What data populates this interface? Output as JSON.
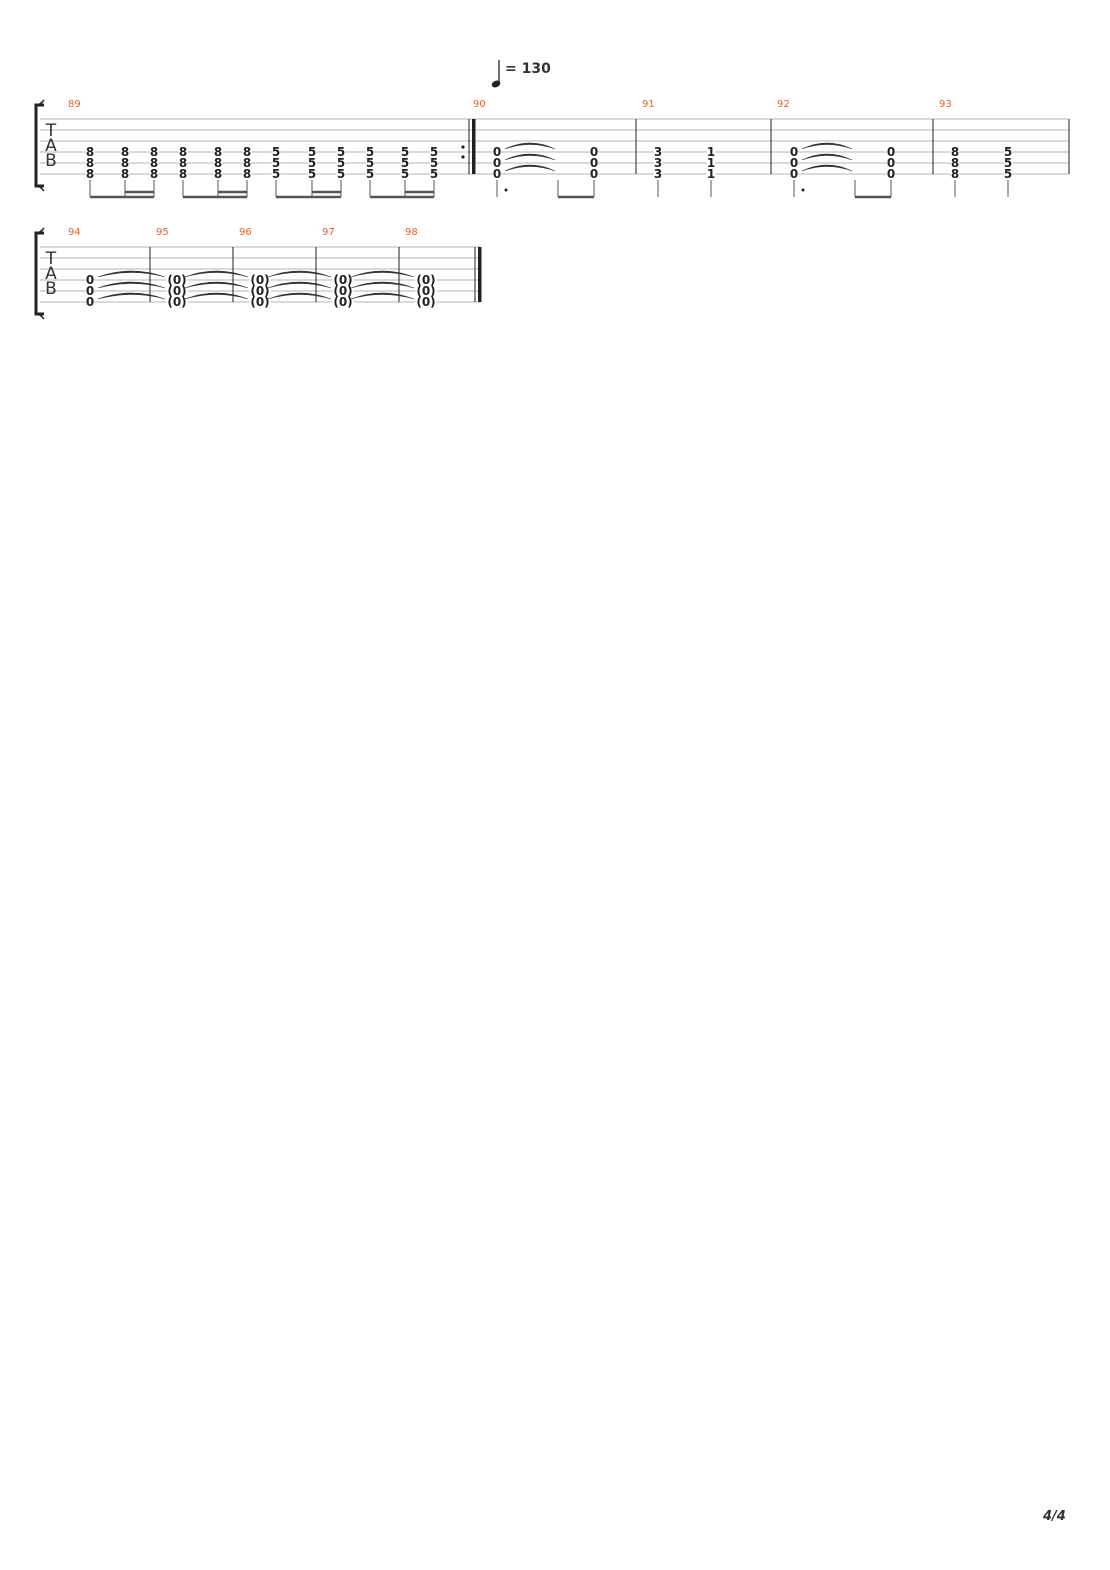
{
  "tempo": {
    "label": "= 130",
    "bpm": 130
  },
  "clef": [
    "T",
    "A",
    "B"
  ],
  "page_number": "4/4",
  "systems": [
    {
      "measures": [
        {
          "number": "89",
          "end": "repeat-end",
          "beats": [
            {
              "notes": [
                "8",
                "8",
                "8"
              ]
            },
            {
              "notes": [
                "8",
                "8",
                "8"
              ]
            },
            {
              "notes": [
                "8",
                "8",
                "8"
              ]
            },
            {
              "notes": [
                "8",
                "8",
                "8"
              ]
            },
            {
              "notes": [
                "8",
                "8",
                "8"
              ]
            },
            {
              "notes": [
                "8",
                "8",
                "8"
              ]
            },
            {
              "notes": [
                "5",
                "5",
                "5"
              ]
            },
            {
              "notes": [
                "5",
                "5",
                "5"
              ]
            },
            {
              "notes": [
                "5",
                "5",
                "5"
              ]
            },
            {
              "notes": [
                "5",
                "5",
                "5"
              ]
            },
            {
              "notes": [
                "5",
                "5",
                "5"
              ]
            },
            {
              "notes": [
                "5",
                "5",
                "5"
              ]
            }
          ]
        },
        {
          "number": "90",
          "beats": [
            {
              "notes": [
                "0",
                "0",
                "0"
              ],
              "dotted": true,
              "tie_to_next": true
            },
            {
              "notes": [
                "0",
                "0",
                "0"
              ]
            }
          ]
        },
        {
          "number": "91",
          "beats": [
            {
              "notes": [
                "3",
                "3",
                "3"
              ]
            },
            {
              "notes": [
                "1",
                "1",
                "1"
              ]
            }
          ]
        },
        {
          "number": "92",
          "beats": [
            {
              "notes": [
                "0",
                "0",
                "0"
              ],
              "dotted": true,
              "tie_to_next": true
            },
            {
              "notes": [
                "0",
                "0",
                "0"
              ]
            }
          ]
        },
        {
          "number": "93",
          "beats": [
            {
              "notes": [
                "8",
                "8",
                "8"
              ]
            },
            {
              "notes": [
                "5",
                "5",
                "5"
              ]
            }
          ]
        }
      ]
    },
    {
      "measures": [
        {
          "number": "94",
          "beats": [
            {
              "notes": [
                "0",
                "0",
                "0"
              ],
              "tie_to_next": true
            }
          ]
        },
        {
          "number": "95",
          "beats": [
            {
              "notes": [
                "(0)",
                "(0)",
                "(0)"
              ],
              "tie_to_next": true
            }
          ]
        },
        {
          "number": "96",
          "beats": [
            {
              "notes": [
                "(0)",
                "(0)",
                "(0)"
              ],
              "tie_to_next": true
            }
          ]
        },
        {
          "number": "97",
          "beats": [
            {
              "notes": [
                "(0)",
                "(0)",
                "(0)"
              ],
              "tie_to_next": true
            }
          ]
        },
        {
          "number": "98",
          "end": "final",
          "beats": [
            {
              "notes": [
                "(0)",
                "(0)",
                "(0)"
              ]
            }
          ]
        }
      ]
    }
  ],
  "colors": {
    "measure_number": "#e8622a",
    "staff_line": "#b5b5b5",
    "ink": "#222222"
  }
}
